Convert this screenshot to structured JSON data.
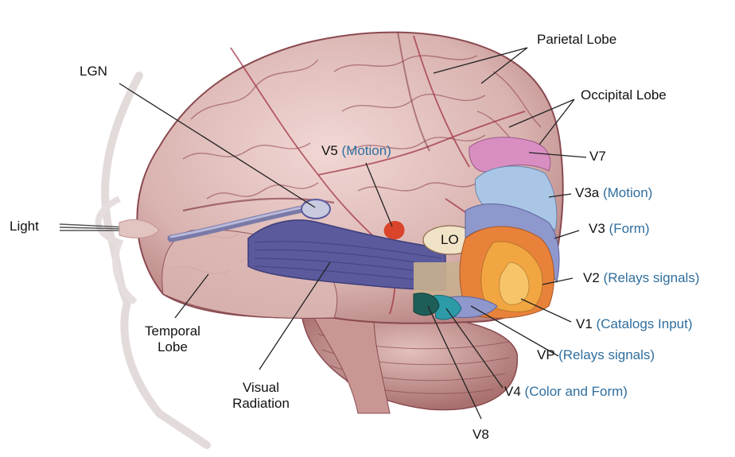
{
  "colors": {
    "label_text": "#111111",
    "function_text": "#2f6e9e",
    "brain_base": "#d9b3b0",
    "gyri_line": "#8a3b4a",
    "visual_radiation": "#5a5a9c",
    "v1": "#f2a641",
    "v2": "#e8823a",
    "v3": "#9aa6d6",
    "v3a": "#a9c6e6",
    "v7": "#d98ec2",
    "v4": "#2d9aa8",
    "v8": "#1f5e58",
    "motion_area": "#d9442a"
  },
  "labels": {
    "parietal_lobe": "Parietal Lobe",
    "occipital_lobe": "Occipital Lobe",
    "lgn": "LGN",
    "v5": "V5",
    "v5_function": "(Motion)",
    "v7": "V7",
    "v3a": "V3a",
    "v3a_function": "(Motion)",
    "v3": "V3",
    "v3_function": "(Form)",
    "v2": "V2",
    "v2_function": "(Relays signals)",
    "v1": "V1",
    "v1_function": "(Catalogs Input)",
    "vp": "VP",
    "vp_function": "(Relays signals)",
    "v4": "V4",
    "v4_function": "(Color and Form)",
    "v8": "V8",
    "lo": "LO",
    "light": "Light",
    "temporal_lobe_1": "Temporal",
    "temporal_lobe_2": "Lobe",
    "visual_radiation_1": "Visual",
    "visual_radiation_2": "Radiation"
  }
}
